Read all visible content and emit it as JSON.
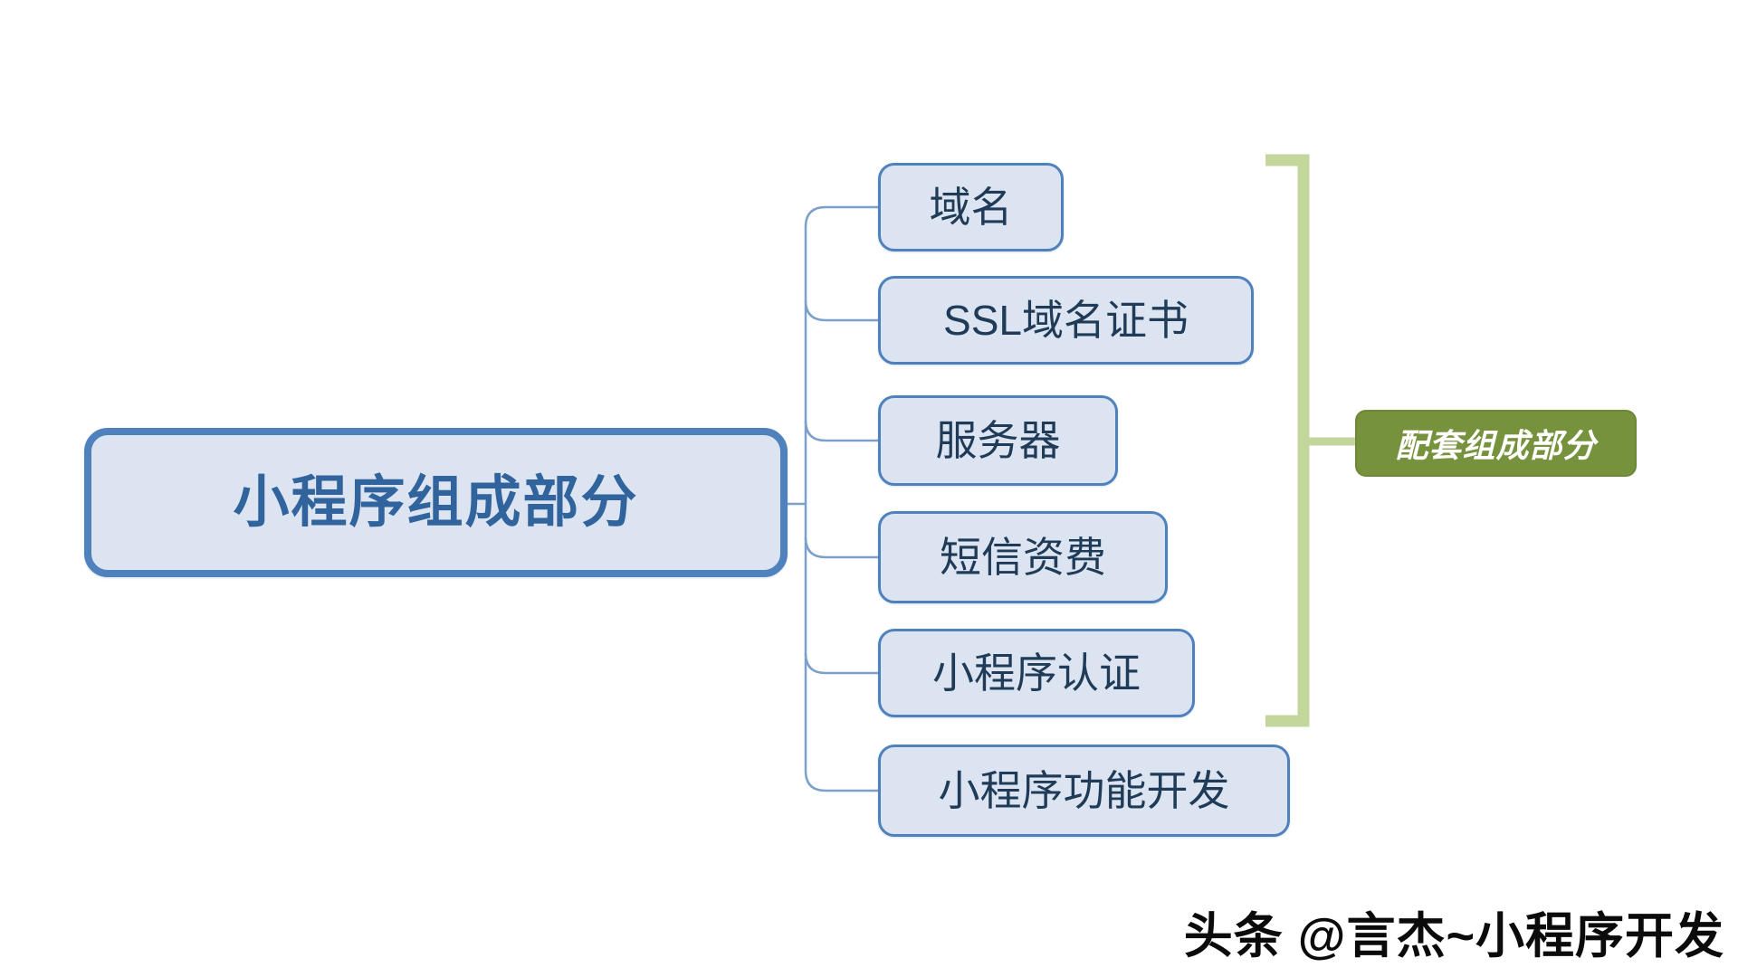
{
  "diagram": {
    "root": {
      "label": "小程序组成部分"
    },
    "children": [
      {
        "label": "域名"
      },
      {
        "label": "SSL域名证书"
      },
      {
        "label": "服务器"
      },
      {
        "label": "短信资费"
      },
      {
        "label": "小程序认证"
      },
      {
        "label": "小程序功能开发"
      }
    ],
    "group_badge": {
      "label": "配套组成部分"
    },
    "colors": {
      "node_border": "#4f81bd",
      "node_fill": "#dce4f1",
      "node_text": "#1f3b57",
      "root_text": "#31639c",
      "connector": "#7ba0cc",
      "bracket": "#c3d69b",
      "badge_fill": "#76923c",
      "badge_border": "#6d8837",
      "badge_text": "#ffffff"
    }
  },
  "watermark": {
    "text": "头条 @言杰~小程序开发"
  }
}
